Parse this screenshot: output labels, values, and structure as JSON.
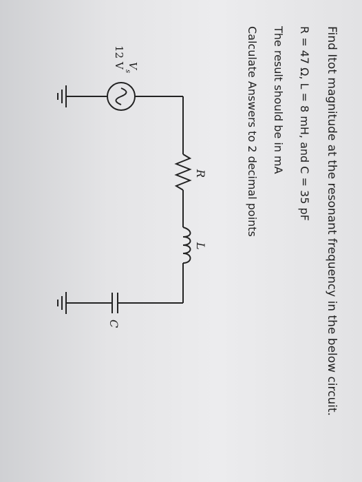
{
  "problem": {
    "line1": "Find Itot magnitude at the resonant frequency in the below circuit.",
    "line2": "R = 47 Ω, L = 8 mH, and C = 35 pF",
    "line3": "The result should be in mA",
    "line4": "Calculate Answers to 2 decimal points"
  },
  "circuit": {
    "source_label": "V",
    "source_subscript": "s",
    "source_value": "12 V",
    "resistor_label": "R",
    "inductor_label": "L",
    "capacitor_label": "C"
  }
}
